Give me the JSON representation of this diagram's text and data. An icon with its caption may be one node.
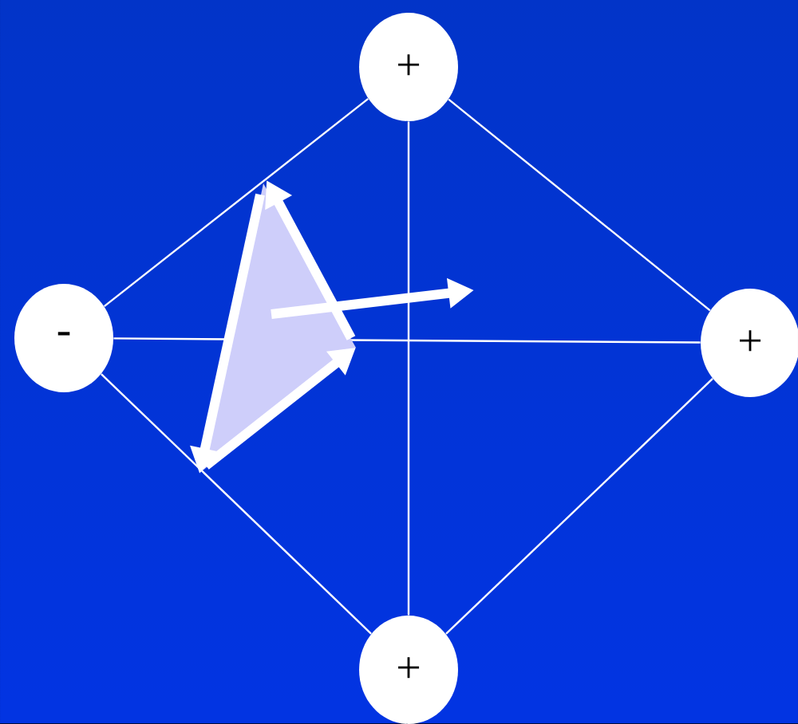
{
  "diagram": {
    "nodes": [
      {
        "text": [
          "+"
        ]
      },
      {
        "text": [
          "-"
        ]
      },
      {
        "text": [
          "+"
        ]
      },
      {
        "text": [
          "+"
        ]
      }
    ],
    "edges": [
      {
        "from": 0,
        "to": 1,
        "arrow": "none"
      },
      {
        "from": 0,
        "to": 2,
        "arrow": "none"
      },
      {
        "from": 1,
        "to": 3,
        "arrow": "none"
      },
      {
        "from": 2,
        "to": 3,
        "arrow": "none"
      },
      {
        "from": 1,
        "to": 2,
        "arrow": "none"
      },
      {
        "from": 0,
        "to": 3,
        "arrow": "none"
      }
    ]
  }
}
